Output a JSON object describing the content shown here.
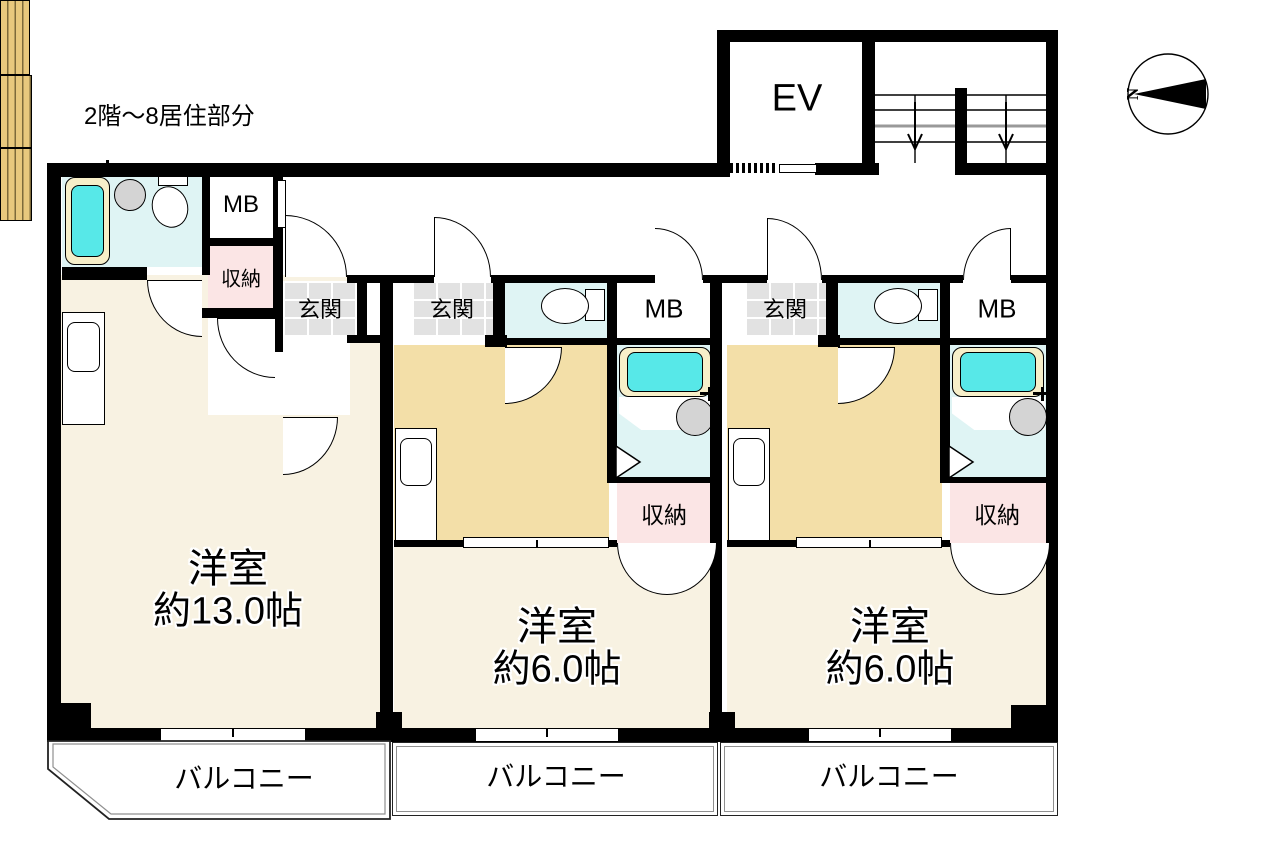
{
  "title": "2階〜8居住部分",
  "compass": {
    "north_label": "N"
  },
  "stairwell": {
    "elevator_label": "EV"
  },
  "units": {
    "left": {
      "room_name": "洋室",
      "room_size": "約13.0帖",
      "entrance_label": "玄関",
      "meter_box_label": "MB",
      "storage_label": "収納",
      "balcony_label": "バルコニー"
    },
    "middle": {
      "room_name": "洋室",
      "room_size": "約6.0帖",
      "entrance_label": "玄関",
      "meter_box_label": "MB",
      "storage_label": "収納",
      "balcony_label": "バルコニー"
    },
    "right": {
      "room_name": "洋室",
      "room_size": "約6.0帖",
      "entrance_label": "玄関",
      "meter_box_label": "MB",
      "storage_label": "収納",
      "balcony_label": "バルコニー"
    }
  },
  "colors": {
    "room_cream": "#f8f2e2",
    "kitchen_tan": "#f3dfa8",
    "bath_cyan": "#dff4f4",
    "tub_cyan": "#57e8e8",
    "tub_rim": "#f7efc9",
    "storage_pink": "#fbe5e5",
    "entrance_tile": "#e2e2e2",
    "wood": "#e8c87d",
    "basin_gray": "#d4d4d4",
    "wall": "#000000"
  }
}
